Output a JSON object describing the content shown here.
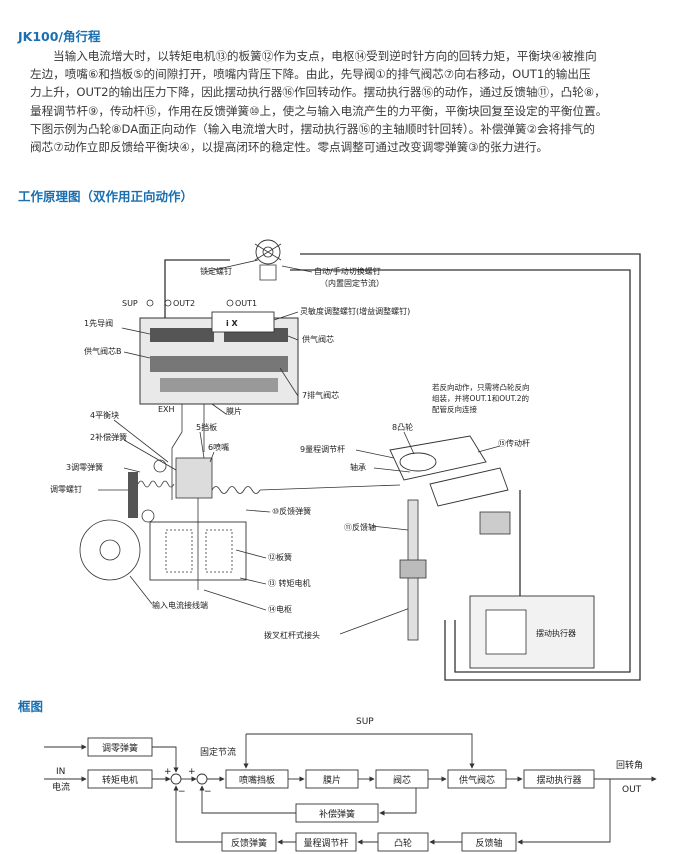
{
  "section1": {
    "title": "JK100/角行程",
    "paragraph": [
      "当输入电流增大时，以转矩电机⑬的板簧⑫作为支点，电枢⑭受到逆时针方向的回转力矩，平衡块④被推向",
      "左边，喷嘴⑥和挡板⑤的间隙打开，喷嘴内背压下降。由此，先导阀①的排气阀芯⑦向右移动，OUT1的输出压",
      "力上升，OUT2的输出压力下降，因此摆动执行器⑯作回转动作。摆动执行器⑯的动作，通过反馈轴⑪，凸轮⑧，",
      "量程调节杆⑨，传动杆⑮，作用在反馈弹簧⑩上，使之与输入电流产生的力平衡，平衡块回复至设定的平衡位置。",
      "下图示例为凸轮⑧DA面正向动作（输入电流增大时，摆动执行器⑯的主轴顺时针回转）。补偿弹簧②会将排气的",
      "阀芯⑦动作立即反馈给平衡块④，以提高闭环的稳定性。零点调整可通过改变调零弹簧③的张力进行。"
    ]
  },
  "section2": {
    "title": "工作原理图（双作用正向动作）",
    "labels": {
      "lock_screw": "锁定螺钉",
      "auto_manual_screw": "自动/手动切换螺钉",
      "auto_manual_note": "（内置固定节流）",
      "sup": "SUP",
      "out2": "OUT2",
      "out1": "OUT1",
      "ix": "i X",
      "sensitivity_screw": "灵敏度调整螺钉(增益调整螺钉)",
      "pilot_valve": "1先导阀",
      "supply_spool_b": "供气阀芯B",
      "supply_spool": "供气阀芯",
      "exhaust_spool": "7排气阀芯",
      "exh": "EXH",
      "diaphragm": "膜片",
      "balance_block": "4平衡块",
      "comp_spring": "2补偿弹簧",
      "flapper": "5挡板",
      "nozzle": "6喷嘴",
      "zero_spring": "3调零弹簧",
      "zero_screw": "调零螺钉",
      "span_lever": "9量程调节杆",
      "cam": "8凸轮",
      "transmission_lever": "⑮传动杆",
      "bearing": "轴承",
      "feedback_spring": "⑩反馈弹簧",
      "feedback_shaft": "⑪反馈轴",
      "leaf_spring": "⑫板簧",
      "torque_motor": "⑬ 转矩电机",
      "armature": "⑭电枢",
      "input_terminal": "输入电流接线端",
      "fork_joint": "拨叉杠杆式接头",
      "actuator": "摆动执行器",
      "reverse_note": [
        "若反向动作，只需将凸轮反向",
        "组装，并将OUT.1和OUT.2的",
        "配管反向连接"
      ]
    }
  },
  "section3": {
    "title": "框图",
    "labels": {
      "sup": "SUP",
      "fixed_orifice": "固定节流",
      "in": "IN",
      "current": "电流",
      "zero_spring": "调零弹簧",
      "torque_motor": "转矩电机",
      "nozzle_flapper": "喷嘴挡板",
      "diaphragm": "膜片",
      "spool": "阀芯",
      "supply_spool": "供气阀芯",
      "actuator": "摆动执行器",
      "rotation_angle": "回转角",
      "out": "OUT",
      "comp_spring": "补偿弹簧",
      "feedback_spring": "反馈弹簧",
      "span_lever": "量程调节杆",
      "cam": "凸轮",
      "feedback_shaft": "反馈轴",
      "plus1": "+",
      "plus2": "+",
      "minus1": "−",
      "minus2": "−"
    }
  }
}
